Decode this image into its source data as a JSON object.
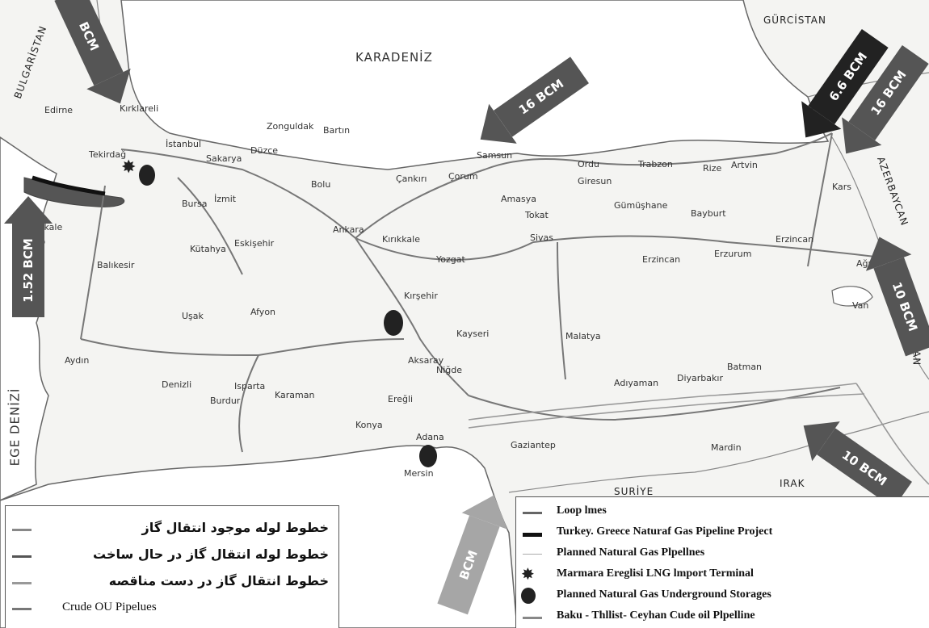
{
  "regions": {
    "sea_north": "KARADENİZ",
    "sea_west": "EGE DENİZİ",
    "country_bulgaria": "BULGARİSTAN",
    "country_georgia": "GÜRCİSTAN",
    "country_azerbaijan": "AZERBAYCAN",
    "country_iran": "İRAN",
    "country_syria": "SURİYE",
    "country_iraq": "IRAK"
  },
  "flows": [
    {
      "label": "BCM"
    },
    {
      "label": "16 BCM"
    },
    {
      "label": "6.6 BCM"
    },
    {
      "label": "16 BCM"
    },
    {
      "label": "10 BCM"
    },
    {
      "label": "10 BCM"
    },
    {
      "label": "1.52 BCM"
    },
    {
      "label": "BCM"
    }
  ],
  "cities": [
    {
      "name": "Ankara"
    },
    {
      "name": "Samsun"
    },
    {
      "name": "Sivas"
    },
    {
      "name": "Erzurum"
    },
    {
      "name": "Erzincan"
    },
    {
      "name": "Kayseri"
    },
    {
      "name": "Niğde"
    },
    {
      "name": "Konya"
    },
    {
      "name": "Bursa"
    },
    {
      "name": "İzmit"
    },
    {
      "name": "İstanbul"
    },
    {
      "name": "Kırıkkale"
    },
    {
      "name": "Yozgat"
    },
    {
      "name": "Eskişehir"
    },
    {
      "name": "Kütahya"
    },
    {
      "name": "Balıkesir"
    },
    {
      "name": "Afyon"
    },
    {
      "name": "Uşak"
    },
    {
      "name": "Denizli"
    },
    {
      "name": "Aydın"
    },
    {
      "name": "Adana"
    },
    {
      "name": "Mersin"
    },
    {
      "name": "Gaziantep"
    },
    {
      "name": "Malatya"
    },
    {
      "name": "Adıyaman"
    },
    {
      "name": "Diyarbakır"
    },
    {
      "name": "Batman"
    },
    {
      "name": "Mardin"
    },
    {
      "name": "Kırşehir"
    },
    {
      "name": "Aksaray"
    },
    {
      "name": "Ereğli"
    },
    {
      "name": "Karaman"
    },
    {
      "name": "Burdur"
    },
    {
      "name": "Isparta"
    },
    {
      "name": "Ordu"
    },
    {
      "name": "Giresun"
    },
    {
      "name": "Trabzon"
    },
    {
      "name": "Rize"
    },
    {
      "name": "Artvin"
    },
    {
      "name": "Kars"
    },
    {
      "name": "Ağrı"
    },
    {
      "name": "Van"
    },
    {
      "name": "Erzincan"
    },
    {
      "name": "Çorum"
    },
    {
      "name": "Amasya"
    },
    {
      "name": "Tokat"
    },
    {
      "name": "Gümüşhane"
    },
    {
      "name": "Bayburt"
    },
    {
      "name": "Çankırı"
    },
    {
      "name": "Bolu"
    },
    {
      "name": "Düzce"
    },
    {
      "name": "Tekirdağ"
    },
    {
      "name": "Edirne"
    },
    {
      "name": "Çanakkale"
    },
    {
      "name": "Zonguldak"
    },
    {
      "name": "Bartın"
    },
    {
      "name": "Kırklareli"
    },
    {
      "name": "Sakarya"
    }
  ],
  "legend_left": [
    {
      "text": "خطوط لوله موجود انتقال گاز",
      "color": "#888888"
    },
    {
      "text": "خطوط لوله انتقال گاز در حال ساخت",
      "color": "#555555"
    },
    {
      "text": "خطوط انتقال گاز در دست مناقصه",
      "color": "#999999"
    },
    {
      "text": "Crude OU Pipelues",
      "color": "#777777"
    }
  ],
  "legend_right": [
    {
      "text": "Loop lmes",
      "symbol": "line",
      "color": "#666666"
    },
    {
      "text": "Turkey. Greece Naturaf Gas Pipeline Project",
      "symbol": "thick-line",
      "color": "#111111"
    },
    {
      "text": "Planned Natural Gas Plpellnes",
      "symbol": "thin-line",
      "color": "#aaaaaa"
    },
    {
      "text": "Marmara Ereglisi LNG lmport Terminal",
      "symbol": "star",
      "color": "#222222"
    },
    {
      "text": "Planned Natural Gas Underground Storages",
      "symbol": "blob",
      "color": "#222222"
    },
    {
      "text": "Baku - Thllist- Ceyhan Cude oil Plpelline",
      "symbol": "line",
      "color": "#888888"
    }
  ]
}
